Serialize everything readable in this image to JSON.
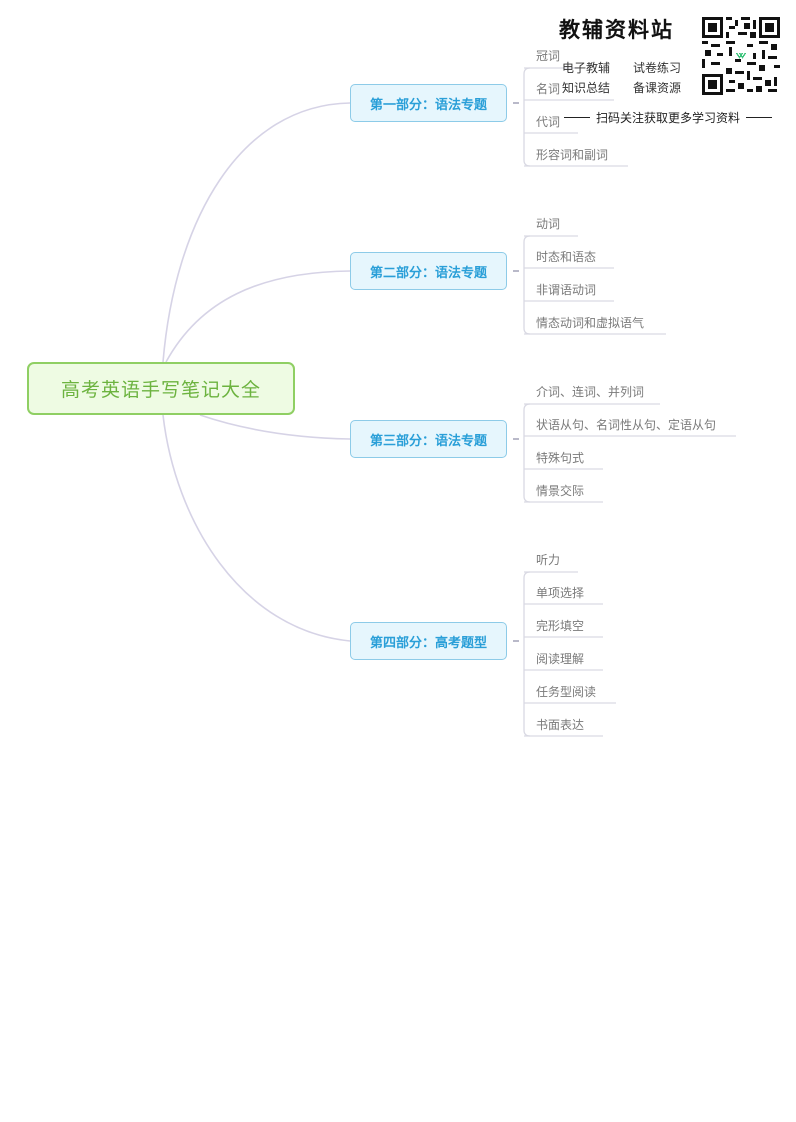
{
  "header": {
    "logo_text": "教辅资料站",
    "tags": [
      "电子教辅",
      "试卷练习",
      "知识总结",
      "备课资源"
    ],
    "slogan": "扫码关注获取更多学习资料",
    "qr_icon": "qr-code-icon"
  },
  "mindmap": {
    "root": {
      "label": "高考英语手写笔记大全"
    },
    "topics": [
      {
        "label": "第一部分：语法专题",
        "children": [
          "冠词",
          "名词",
          "代词",
          "形容词和副词"
        ]
      },
      {
        "label": "第二部分：语法专题",
        "children": [
          "动词",
          "时态和语态",
          "非谓语动词",
          "情态动词和虚拟语气"
        ]
      },
      {
        "label": "第三部分：语法专题",
        "children": [
          "介词、连词、并列词",
          "状语从句、名词性从句、定语从句",
          "特殊句式",
          "情景交际"
        ]
      },
      {
        "label": "第四部分：高考题型",
        "children": [
          "听力",
          "单项选择",
          "完形填空",
          "阅读理解",
          "任务型阅读",
          "书面表达"
        ]
      }
    ]
  },
  "colors": {
    "root_border": "#8fcf63",
    "root_fill": "#eefbe3",
    "root_text": "#6cb33f",
    "topic_border": "#8dcbe8",
    "topic_fill": "#e6f6fd",
    "topic_text": "#2a9fd8",
    "connector": "#d6d3e6",
    "leaf_text": "#7a7a7a"
  }
}
